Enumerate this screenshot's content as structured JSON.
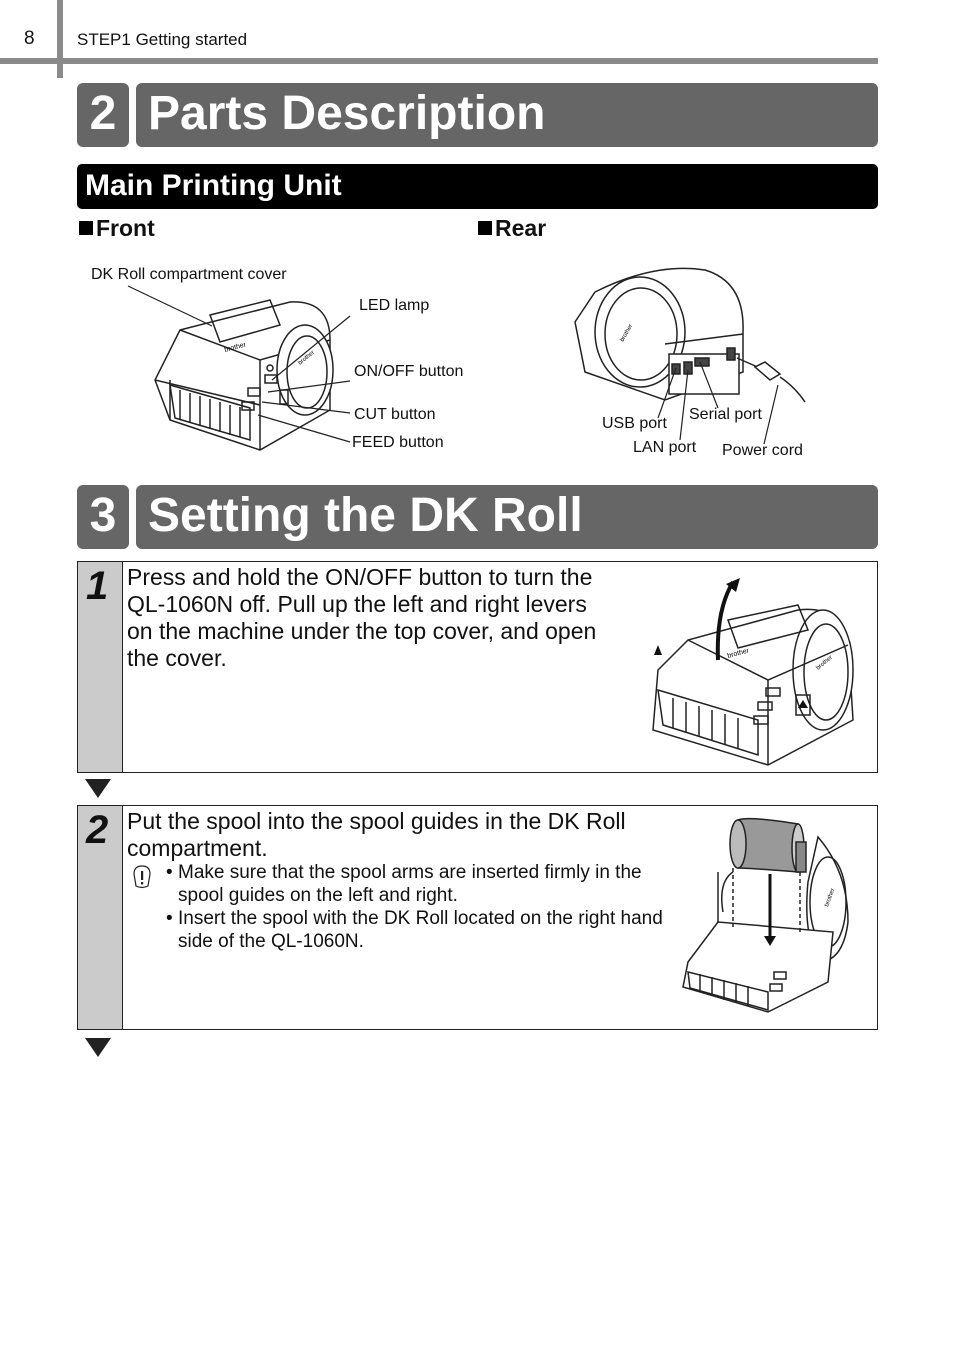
{
  "header": {
    "page_number": "8",
    "step_label": "STEP1 Getting started"
  },
  "section2": {
    "number": "2",
    "title": "Parts Description"
  },
  "subsection": {
    "title": "Main Printing Unit"
  },
  "front": {
    "heading": "Front",
    "labels": {
      "dk_cover": "DK Roll compartment cover",
      "led": "LED lamp",
      "onoff": "ON/OFF button",
      "cut": "CUT button",
      "feed": "FEED button"
    }
  },
  "rear": {
    "heading": "Rear",
    "labels": {
      "usb": "USB port",
      "serial": "Serial port",
      "lan": "LAN port",
      "power": "Power cord"
    }
  },
  "section3": {
    "number": "3",
    "title": "Setting the DK Roll"
  },
  "steps": [
    {
      "number": "1",
      "text": "Press and hold the ON/OFF button to turn the QL-1060N off. Pull up the left and right levers on the machine under the top cover, and open the cover."
    },
    {
      "number": "2",
      "text": "Put the spool into the spool guides in the DK Roll compartment.",
      "notes": [
        "Make sure that the spool arms are inserted firmly in the spool guides on the left and right.",
        "Insert the spool with the DK Roll located on the right hand side of the QL-1060N."
      ]
    }
  ],
  "brand_mark": "brother",
  "icons": [
    "caution-icon",
    "arrow-down-icon",
    "bullet-icon"
  ]
}
